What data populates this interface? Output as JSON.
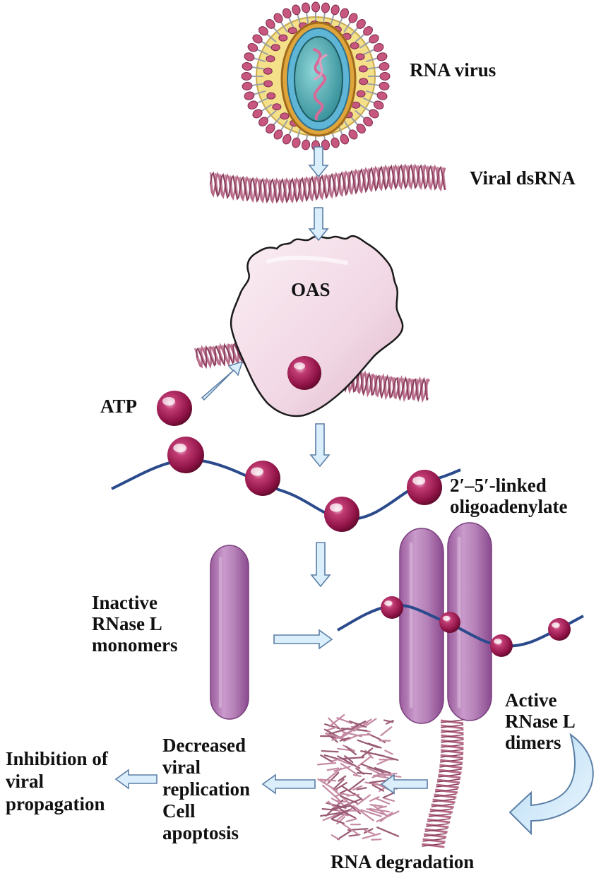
{
  "labels": {
    "rna_virus": "RNA virus",
    "viral_dsrna": "Viral dsRNA",
    "oas": "OAS",
    "atp": "ATP",
    "oligo_line1": "2′–5′-linked",
    "oligo_line2": "oligoadenylate",
    "inactive_line1": "Inactive",
    "inactive_line2": "RNase L",
    "inactive_line3": "monomers",
    "active_line1": "Active",
    "active_line2": "RNase L",
    "active_line3": "dimers",
    "decreased_line1": "Decreased",
    "decreased_line2": "viral",
    "decreased_line3": "replication",
    "decreased_line4": "Cell",
    "decreased_line5": "apoptosis",
    "inhibition_line1": "Inhibition of",
    "inhibition_line2": "viral",
    "inhibition_line3": "propagation",
    "rna_degradation": "RNA degradation"
  },
  "colors": {
    "virus_capsid_pink": "#c7577f",
    "virus_envelope_yellow": "#f5e08a",
    "virus_core_teal": "#3f9ea6",
    "dsrna_pink": "#b86b88",
    "oas_fill": "#f3dde9",
    "atp_maroon": "#8e1245",
    "oligo_line_blue": "#2b4a8c",
    "rnase_purple": "#b57ab5",
    "arrow_fill": "#dbeefb",
    "arrow_stroke": "#5b7fa6"
  }
}
